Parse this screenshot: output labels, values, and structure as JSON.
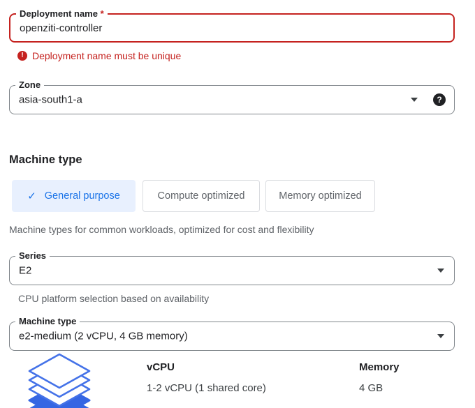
{
  "colors": {
    "error_red": "#c5221f",
    "accent_blue": "#1a73e8",
    "tab_selected_bg": "#e8f0fe",
    "secondary_text": "#5f6368",
    "field_border": "#80868b",
    "icon_blue_outline": "#4472e8",
    "icon_blue_fill": "#3566e3"
  },
  "deployment_field": {
    "label": "Deployment name",
    "required_marker": "*",
    "value": "openziti-controller"
  },
  "error": {
    "icon_glyph": "!",
    "message": "Deployment name must be unique"
  },
  "zone_field": {
    "label": "Zone",
    "value": "asia-south1-a",
    "help_glyph": "?"
  },
  "machine_section": {
    "heading": "Machine type",
    "description": "Machine types for common workloads, optimized for cost and flexibility"
  },
  "tabs": [
    {
      "label": "General purpose",
      "selected": true,
      "check_glyph": "✓"
    },
    {
      "label": "Compute optimized",
      "selected": false
    },
    {
      "label": "Memory optimized",
      "selected": false
    }
  ],
  "series_field": {
    "label": "Series",
    "value": "E2",
    "helper": "CPU platform selection based on availability"
  },
  "machine_type_field": {
    "label": "Machine type",
    "value": "e2-medium (2 vCPU, 4 GB memory)"
  },
  "specs": {
    "vcpu_label": "vCPU",
    "vcpu_value": "1-2 vCPU (1 shared core)",
    "memory_label": "Memory",
    "memory_value": "4 GB"
  }
}
